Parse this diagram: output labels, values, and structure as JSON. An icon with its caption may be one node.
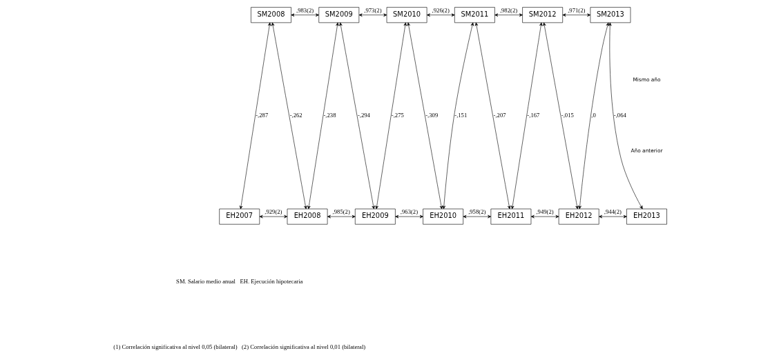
{
  "diagram": {
    "nodes": [
      {
        "text": [
          "SM2008"
        ]
      },
      {
        "text": [
          "SM2009"
        ]
      },
      {
        "text": [
          "SM2010"
        ]
      },
      {
        "text": [
          "SM2011"
        ]
      },
      {
        "text": [
          "SM2012"
        ]
      },
      {
        "text": [
          "SM2013"
        ]
      },
      {
        "text": [
          "EH2007"
        ]
      },
      {
        "text": [
          "EH2008"
        ]
      },
      {
        "text": [
          "EH2009"
        ]
      },
      {
        "text": [
          "EH2010"
        ]
      },
      {
        "text": [
          "EH2011"
        ]
      },
      {
        "text": [
          "EH2012"
        ]
      },
      {
        "text": [
          "EH2013"
        ]
      }
    ],
    "edges": [
      {
        "from": 0,
        "to": 1,
        "arrow": "both",
        "label": ",983(2)"
      },
      {
        "from": 1,
        "to": 2,
        "arrow": "both",
        "label": ",973(2)"
      },
      {
        "from": 2,
        "to": 3,
        "arrow": "both",
        "label": ",926(2)"
      },
      {
        "from": 3,
        "to": 4,
        "arrow": "both",
        "label": ",982(2)"
      },
      {
        "from": 4,
        "to": 5,
        "arrow": "both",
        "label": ",971(2)"
      },
      {
        "from": 0,
        "to": 6,
        "arrow": "both",
        "label": "-,287"
      },
      {
        "from": 0,
        "to": 7,
        "arrow": "both",
        "label": "-,262"
      },
      {
        "from": 1,
        "to": 7,
        "arrow": "both",
        "label": "-,238"
      },
      {
        "from": 1,
        "to": 8,
        "arrow": "both",
        "label": "-,294"
      },
      {
        "from": 2,
        "to": 8,
        "arrow": "both",
        "label": "-,275"
      },
      {
        "from": 2,
        "to": 9,
        "arrow": "both",
        "label": "-,309"
      },
      {
        "from": 3,
        "to": 9,
        "arrow": "both",
        "label": "-,151"
      },
      {
        "from": 3,
        "to": 10,
        "arrow": "both",
        "label": "-,207"
      },
      {
        "from": 4,
        "to": 10,
        "arrow": "both",
        "label": "-,167"
      },
      {
        "from": 4,
        "to": 11,
        "arrow": "both",
        "label": "-,015"
      },
      {
        "from": 5,
        "to": 11,
        "arrow": "both",
        "label": ",0"
      },
      {
        "from": 5,
        "to": 12,
        "arrow": "both",
        "label": "-,064"
      },
      {
        "from": 6,
        "to": 7,
        "arrow": "both",
        "label": ",929(2)"
      },
      {
        "from": 7,
        "to": 8,
        "arrow": "both",
        "label": ",985(2)"
      },
      {
        "from": 8,
        "to": 9,
        "arrow": "both",
        "label": ",963(2)"
      },
      {
        "from": 9,
        "to": 10,
        "arrow": "both",
        "label": ",958(2)"
      },
      {
        "from": 10,
        "to": 11,
        "arrow": "both",
        "label": ",949(2)"
      },
      {
        "from": 11,
        "to": 12,
        "arrow": "both",
        "label": ",944(2)"
      }
    ],
    "labels": [
      "Mismo año",
      "Año anterior",
      "SM. Salario medio anual   EH. Ejecución hipotecaria",
      "(1) Correlación significativa al nivel 0,05 (bilateral)   (2) Correlación significativa al nivel 0,01 (bilateral)"
    ]
  }
}
